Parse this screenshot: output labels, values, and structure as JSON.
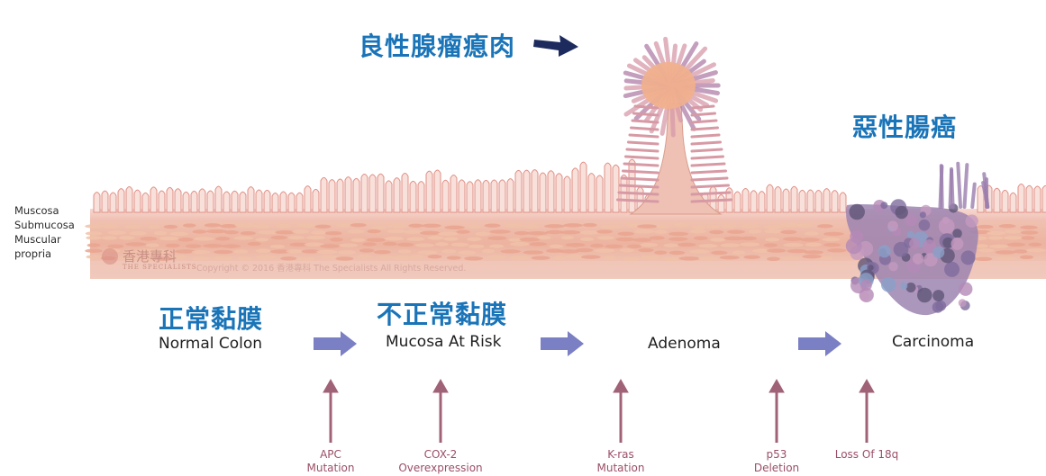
{
  "stage_labels_zh": {
    "benign": "良性腺瘤瘜肉",
    "malignant": "惡性腸癌",
    "normal": "正常黏膜",
    "abnormal": "不正常黏膜"
  },
  "stages_en": [
    "Normal Colon",
    "Mucosa At Risk",
    "Adenoma",
    "Carcinoma"
  ],
  "layers": [
    "Muscosa",
    "Submucosa",
    "Muscular",
    "propria"
  ],
  "mutations": [
    {
      "line1": "APC",
      "line2": "Mutation"
    },
    {
      "line1": "COX-2",
      "line2": "Overexpression"
    },
    {
      "line1": "K-ras",
      "line2": "Mutation"
    },
    {
      "line1": "p53",
      "line2": "Deletion"
    },
    {
      "line1": "Loss Of 18q",
      "line2": ""
    }
  ],
  "watermark": {
    "logo_zh": "香港專科",
    "logo_en": "THE SPECIALISTS",
    "copyright": "Copyright © 2016 香港專科 The Specialists All Rights Reserved."
  },
  "colors": {
    "title_blue": "#1a74b8",
    "stage_arrow": "#7b7fc4",
    "mutation_arrow": "#a06276",
    "pointer_arrow": "#1d2a5e"
  }
}
